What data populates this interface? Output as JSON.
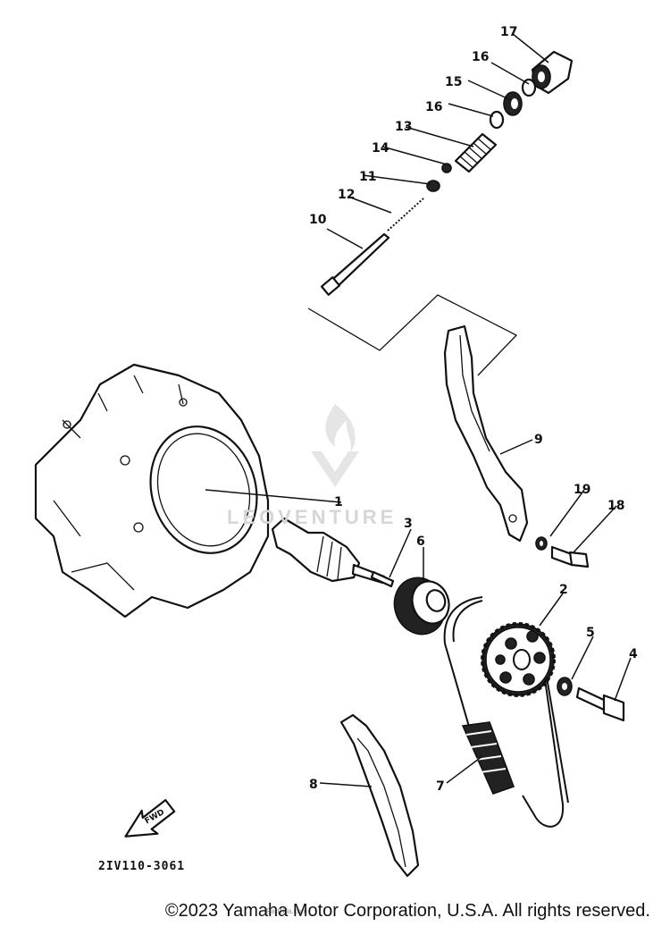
{
  "diagram": {
    "callouts": [
      "1",
      "2",
      "3",
      "4",
      "5",
      "6",
      "7",
      "8",
      "9",
      "10",
      "11",
      "12",
      "13",
      "14",
      "15",
      "16",
      "16",
      "17",
      "18",
      "19"
    ]
  },
  "drawing_code": "2IV110-3061",
  "footer": {
    "copyright": "©2023 Yamaha Motor Corporation, U.S.A. All rights reserved."
  },
  "watermark": {
    "text": "LEOVENTURE",
    "small_text": "Partzilla.com"
  },
  "fwd_marker": "FWD"
}
